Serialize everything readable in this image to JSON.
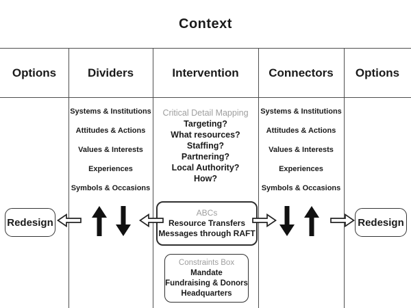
{
  "title": "Context",
  "header": {
    "options_left": "Options",
    "dividers": "Dividers",
    "intervention": "Intervention",
    "connectors": "Connectors",
    "options_right": "Options"
  },
  "dividers": {
    "items": [
      "Systems & Institutions",
      "Attitudes & Actions",
      "Values & Interests",
      "Experiences",
      "Symbols & Occasions"
    ]
  },
  "connectors": {
    "items": [
      "Systems & Institutions",
      "Attitudes & Actions",
      "Values & Interests",
      "Experiences",
      "Symbols & Occasions"
    ]
  },
  "intervention": {
    "mapping": {
      "title": "Critical Detail Mapping",
      "items": [
        "Targeting?",
        "What resources?",
        "Staffing?",
        "Partnering?",
        "Local Authority?",
        "How?"
      ]
    },
    "abc_box": {
      "title": "ABCs",
      "lines": [
        "Resource Transfers",
        "Messages through RAFT"
      ]
    },
    "constraints_box": {
      "title": "Constraints Box",
      "lines": [
        "Mandate",
        "Fundraising & Donors",
        "Headquarters"
      ]
    }
  },
  "options_left": {
    "label": "Redesign"
  },
  "options_right": {
    "label": "Redesign"
  },
  "icons": {
    "solid_up_arrow": "↑",
    "solid_down_arrow": "↓",
    "hollow_left_arrow": "⇦",
    "hollow_right_arrow": "⇨"
  },
  "colors": {
    "text": "#1a1a1a",
    "muted_text": "#9e9e9e",
    "line": "#4d4d4d"
  }
}
